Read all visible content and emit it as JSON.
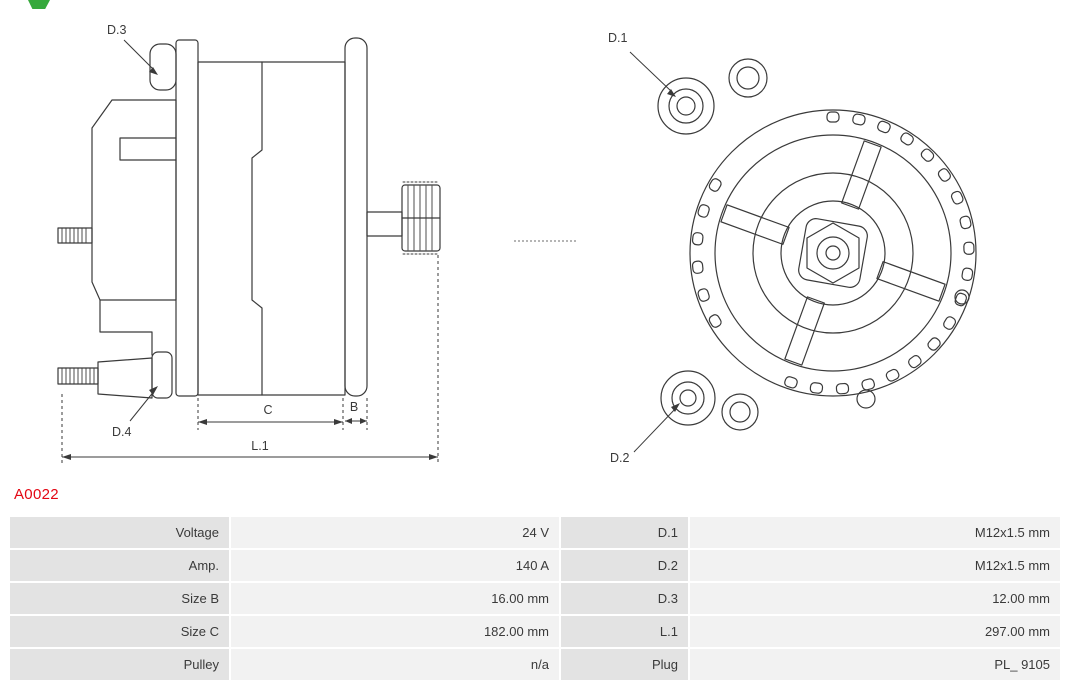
{
  "part_number": "A0022",
  "colors": {
    "part_number": "#e30613",
    "drawing_line": "#3a3a3a",
    "table_label_bg": "#e3e3e3",
    "table_value_bg": "#f2f2f2",
    "logo_green": "#36a93c"
  },
  "diagram": {
    "side_view": {
      "d3": "D.3",
      "d4": "D.4",
      "c": "C",
      "b": "B",
      "l1": "L.1"
    },
    "rear_view": {
      "d1": "D.1",
      "d2": "D.2"
    }
  },
  "table": {
    "rows": [
      [
        "Voltage",
        "24 V",
        "D.1",
        "M12x1.5 mm"
      ],
      [
        "Amp.",
        "140 A",
        "D.2",
        "M12x1.5 mm"
      ],
      [
        "Size B",
        "16.00 mm",
        "D.3",
        "12.00 mm"
      ],
      [
        "Size C",
        "182.00 mm",
        "L.1",
        "297.00 mm"
      ],
      [
        "Pulley",
        "n/a",
        "Plug",
        "PL_ 9105"
      ]
    ]
  }
}
